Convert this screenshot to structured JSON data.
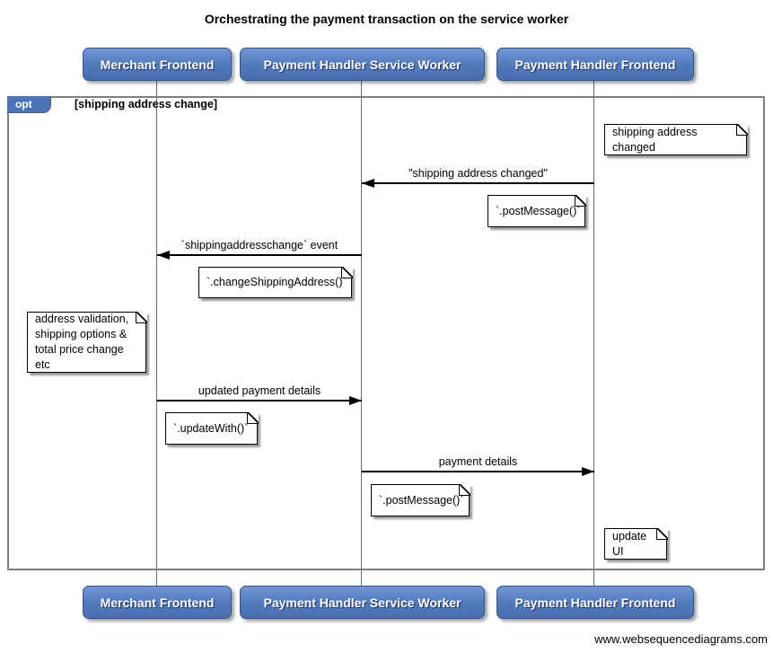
{
  "title": "Orchestrating the payment transaction on the service worker",
  "watermark": "www.websequencediagrams.com",
  "colors": {
    "actor_blue": "#4a73b8",
    "actor_border_blue": "#31538f",
    "frame_gray": "#7f7f7f",
    "note_bg": "#ffffff",
    "arrow_black": "#000000"
  },
  "actors": [
    {
      "label": "Merchant Frontend"
    },
    {
      "label": "Payment Handler Service Worker"
    },
    {
      "label": "Payment Handler Frontend"
    }
  ],
  "fragment": {
    "operator": "opt",
    "condition": "[shipping address change]"
  },
  "messages": [
    {
      "label": "\"shipping address changed\"",
      "from": "Payment Handler Frontend",
      "to": "Payment Handler Service Worker",
      "direction": "left"
    },
    {
      "label": "`shippingaddresschange` event",
      "from": "Payment Handler Service Worker",
      "to": "Merchant Frontend",
      "direction": "left"
    },
    {
      "label": "updated payment details",
      "from": "Merchant Frontend",
      "to": "Payment Handler Service Worker",
      "direction": "right"
    },
    {
      "label": "payment details",
      "from": "Payment Handler Service Worker",
      "to": "Payment Handler Frontend",
      "direction": "right"
    }
  ],
  "notes": [
    {
      "text": "shipping address changed"
    },
    {
      "text": "`.postMessage()`"
    },
    {
      "text": "`.changeShippingAddress()`"
    },
    {
      "text": "address validation,\nshipping options &\ntotal price change etc"
    },
    {
      "text": "`.updateWith()`"
    },
    {
      "text": "`.postMessage()`"
    },
    {
      "text": "update UI"
    }
  ]
}
